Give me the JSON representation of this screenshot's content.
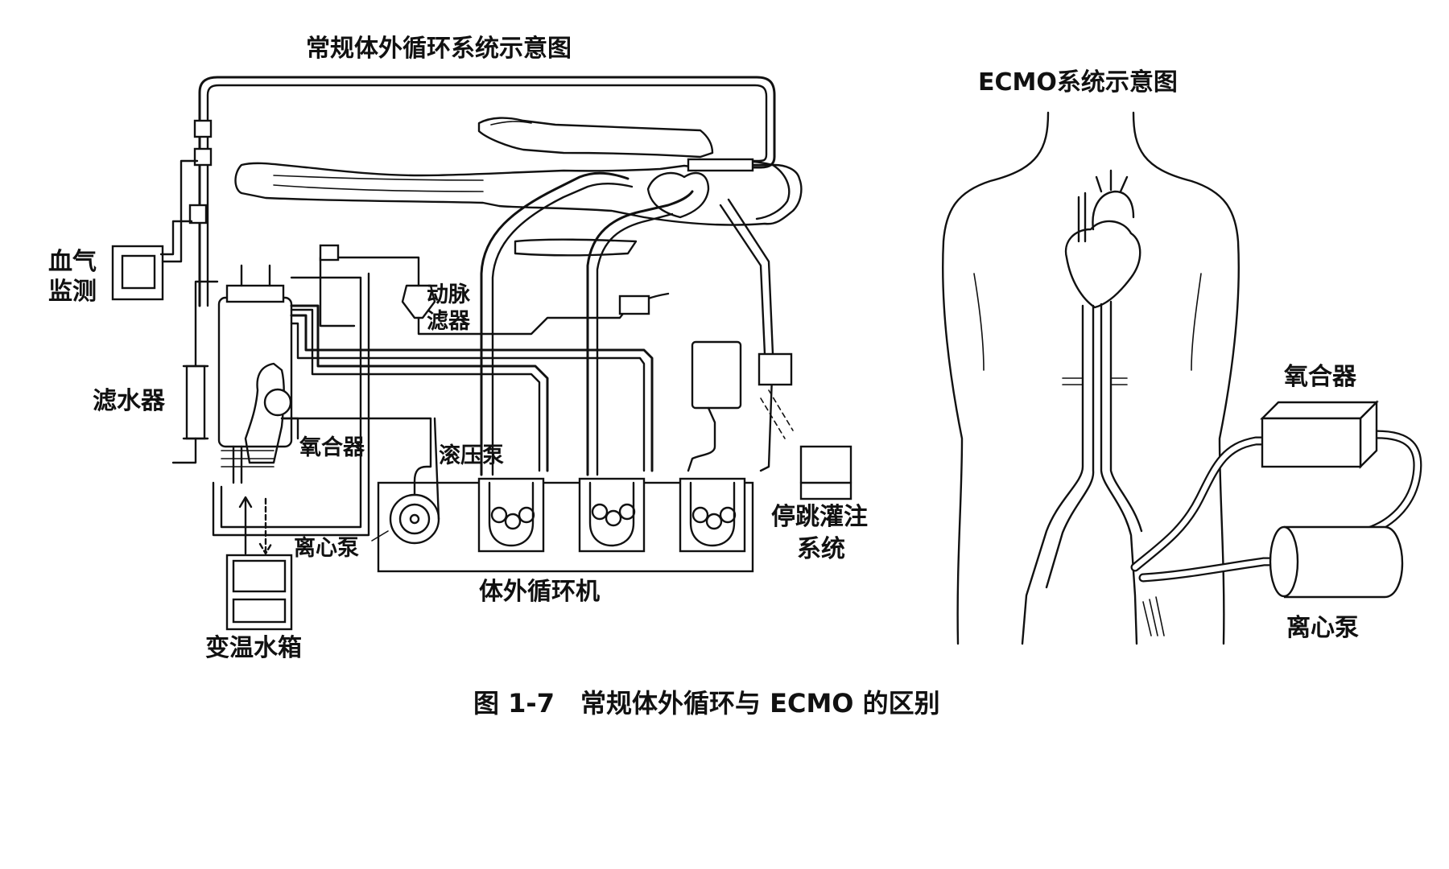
{
  "figure": {
    "caption": "图 1-7　常规体外循环与 ECMO 的区别"
  },
  "left_diagram": {
    "title": "常规体外循环系统示意图",
    "labels": {
      "blood_gas_line1": "血气",
      "blood_gas_line2": "监测",
      "hemofilter": "滤水器",
      "arterial_filter_line1": "动脉",
      "arterial_filter_line2": "滤器",
      "oxygenator": "氧合器",
      "roller_pump": "滚压泵",
      "centrifugal_pump": "离心泵",
      "heater_cooler": "变温水箱",
      "cpb_machine": "体外循环机",
      "cardioplegia_line1": "停跳灌注",
      "cardioplegia_line2": "系统"
    }
  },
  "right_diagram": {
    "title": "ECMO系统示意图",
    "labels": {
      "oxygenator": "氧合器",
      "centrifugal_pump": "离心泵"
    }
  }
}
